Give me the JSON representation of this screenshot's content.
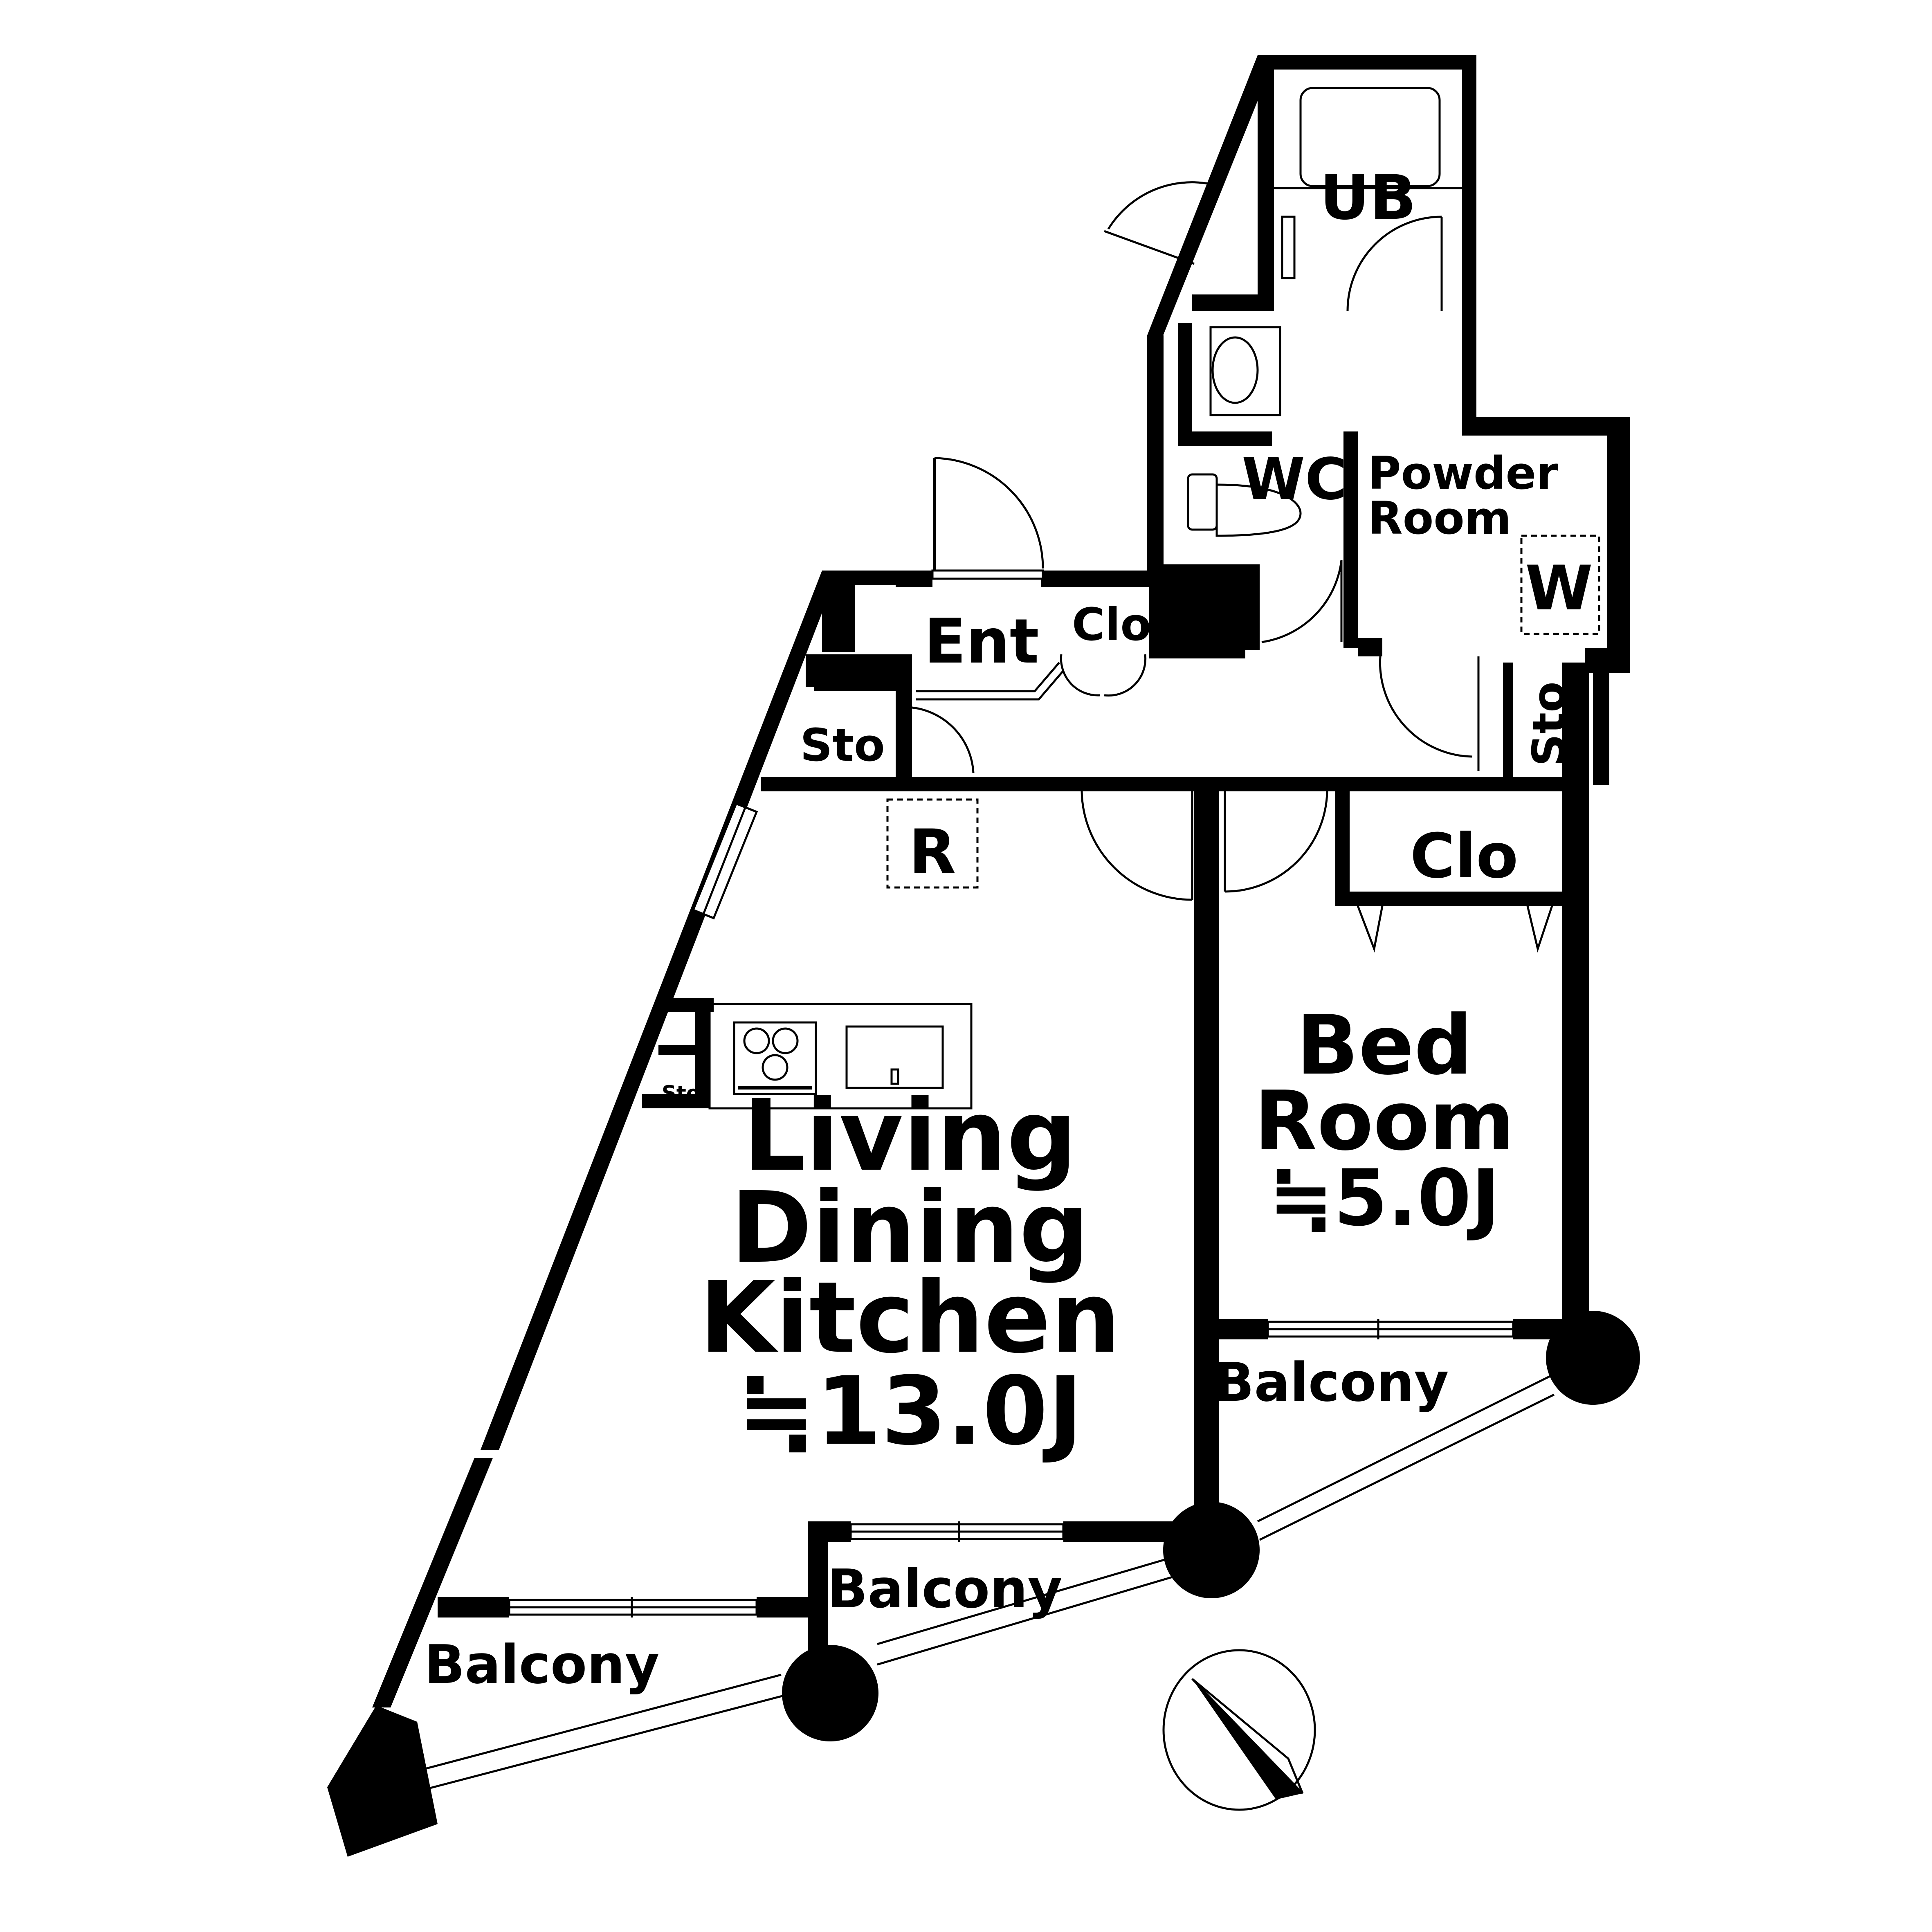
{
  "rooms": {
    "ub": "UB",
    "wc": "WC",
    "powder_line1": "Powder",
    "powder_line2": "Room",
    "washer": "W",
    "entrance": "Ent",
    "closet_entry": "Clo",
    "storage_entry": "Sto",
    "storage_hall": "Sto",
    "refrigerator": "R",
    "closet_bed": "Clo",
    "storage_kitchen": "Sto",
    "ldk_line1": "Living",
    "ldk_line2": "Dining",
    "ldk_line3": "Kitchen",
    "ldk_area": "≒13.0J",
    "bed_line1": "Bed",
    "bed_line2": "Room",
    "bed_area": "≒5.0J",
    "balcony_left": "Balcony",
    "balcony_mid": "Balcony",
    "balcony_right": "Balcony"
  }
}
